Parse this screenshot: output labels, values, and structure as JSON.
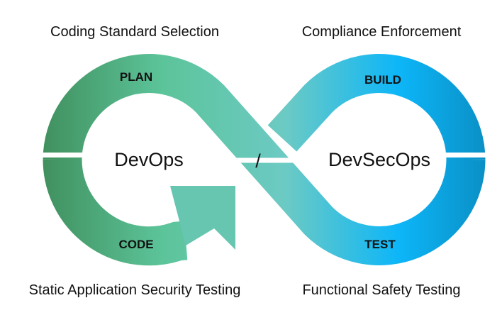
{
  "captions": {
    "top_left": "Coding Standard Selection",
    "top_right": "Compliance Enforcement",
    "bottom_left": "Static Application Security Testing",
    "bottom_right": "Functional Safety Testing"
  },
  "stages": {
    "plan": "PLAN",
    "build": "BUILD",
    "code": "CODE",
    "test": "TEST"
  },
  "centers": {
    "left": "DevOps",
    "separator": "/",
    "right": "DevSecOps"
  },
  "colors": {
    "green_dark": "#3f8d5a",
    "green": "#5cc49a",
    "teal": "#6ccac4",
    "blue": "#0db6f8",
    "blue_dark": "#0a8ec4"
  }
}
